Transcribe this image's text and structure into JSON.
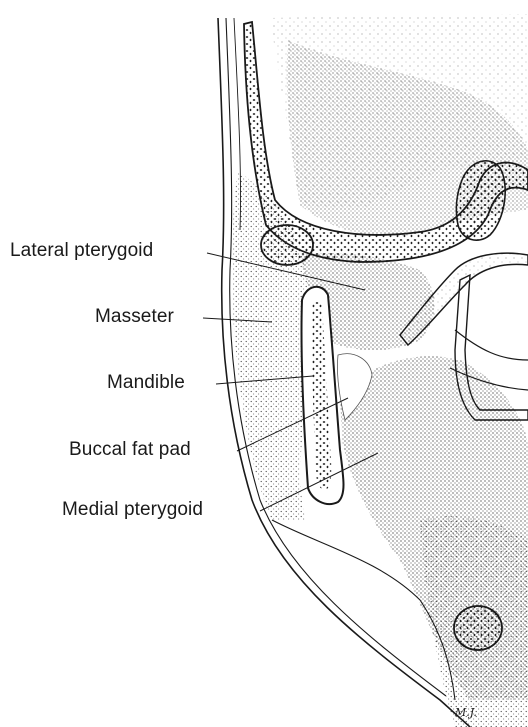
{
  "labels": {
    "lateral_pterygoid": "Lateral pterygoid",
    "masseter": "Masseter",
    "mandible": "Mandible",
    "buccal_fat_pad": "Buccal fat pad",
    "medial_pterygoid": "Medial pterygoid"
  },
  "signature": "M.J.",
  "colors": {
    "ink": "#1a1a1a",
    "stipple": "#333333",
    "background": "#ffffff"
  }
}
